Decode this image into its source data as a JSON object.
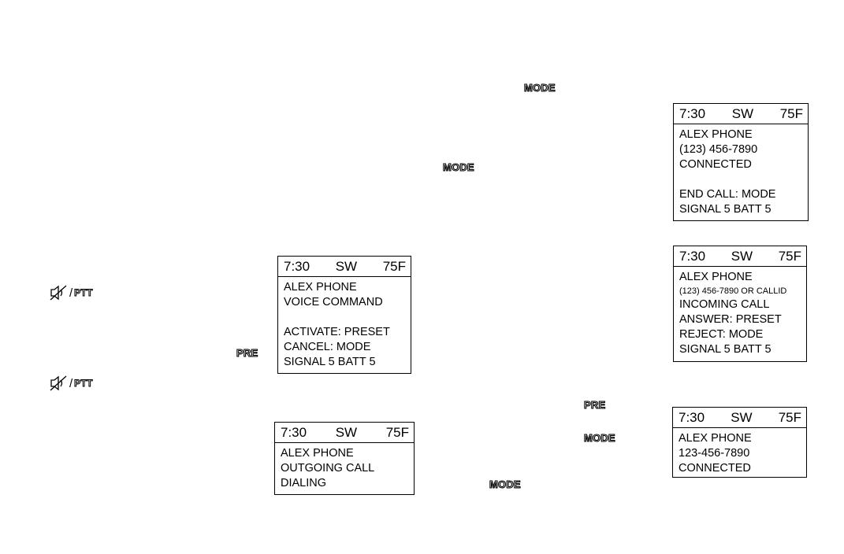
{
  "labels": {
    "mode": "MODE",
    "pre": "PRE",
    "ptt": "PTT"
  },
  "icons": {
    "talk": "voice-command-icon"
  },
  "screens": {
    "voice": {
      "time": "7:30",
      "dir": "SW",
      "temp": "75F",
      "lines": [
        "ALEX PHONE",
        "VOICE COMMAND",
        "",
        "ACTIVATE: PRESET",
        "CANCEL: MODE",
        "SIGNAL 5  BATT 5"
      ]
    },
    "outgoing": {
      "time": "7:30",
      "dir": "SW",
      "temp": "75F",
      "lines": [
        "ALEX PHONE",
        "OUTGOING CALL",
        "DIALING"
      ]
    },
    "connected1": {
      "time": "7:30",
      "dir": "SW",
      "temp": "75F",
      "lines": [
        "ALEX PHONE",
        "(123) 456-7890",
        "CONNECTED",
        "",
        "END CALL: MODE",
        "SIGNAL 5  BATT 5"
      ]
    },
    "incoming": {
      "time": "7:30",
      "dir": "SW",
      "temp": "75F",
      "lines": [
        "ALEX PHONE",
        "(123) 456-7890 OR CALLID",
        "INCOMING CALL",
        "ANSWER: PRESET",
        "REJECT: MODE",
        "SIGNAL 5  BATT 5"
      ]
    },
    "connected2": {
      "time": "7:30",
      "dir": "SW",
      "temp": "75F",
      "lines": [
        "ALEX PHONE",
        "123-456-7890",
        "CONNECTED"
      ]
    }
  }
}
